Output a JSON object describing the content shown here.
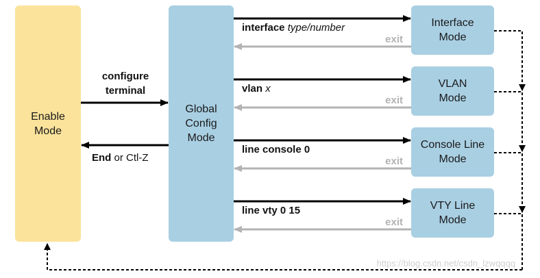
{
  "enable_mode": {
    "line1": "Enable",
    "line2": "Mode"
  },
  "global_mode": {
    "line1": "Global",
    "line2": "Config",
    "line3": "Mode"
  },
  "configure_cmd": {
    "line1": "configure",
    "line2": "terminal"
  },
  "end_cmd": {
    "bold": "End",
    "rest": " or Ctl-Z"
  },
  "modes": [
    {
      "line1": "Interface",
      "line2": "Mode",
      "cmd_bold": "interface ",
      "cmd_italic": "type/number",
      "exit": "exit"
    },
    {
      "line1": "VLAN",
      "line2": "Mode",
      "cmd_bold": "vlan ",
      "cmd_italic": "x",
      "exit": "exit"
    },
    {
      "line1": "Console Line",
      "line2": "Mode",
      "cmd_bold": "line console 0",
      "cmd_italic": "",
      "exit": "exit"
    },
    {
      "line1": "VTY Line",
      "line2": "Mode",
      "cmd_bold": "line vty 0 15",
      "cmd_italic": "",
      "exit": "exit"
    }
  ],
  "watermark": "https://blog.csdn.net/csdn_lzwqqqq",
  "colors": {
    "enable_box": "#fbe39b",
    "mode_box": "#a9cfe3",
    "exit_arrow": "#b3b3b3",
    "enter_arrow": "#000000"
  }
}
